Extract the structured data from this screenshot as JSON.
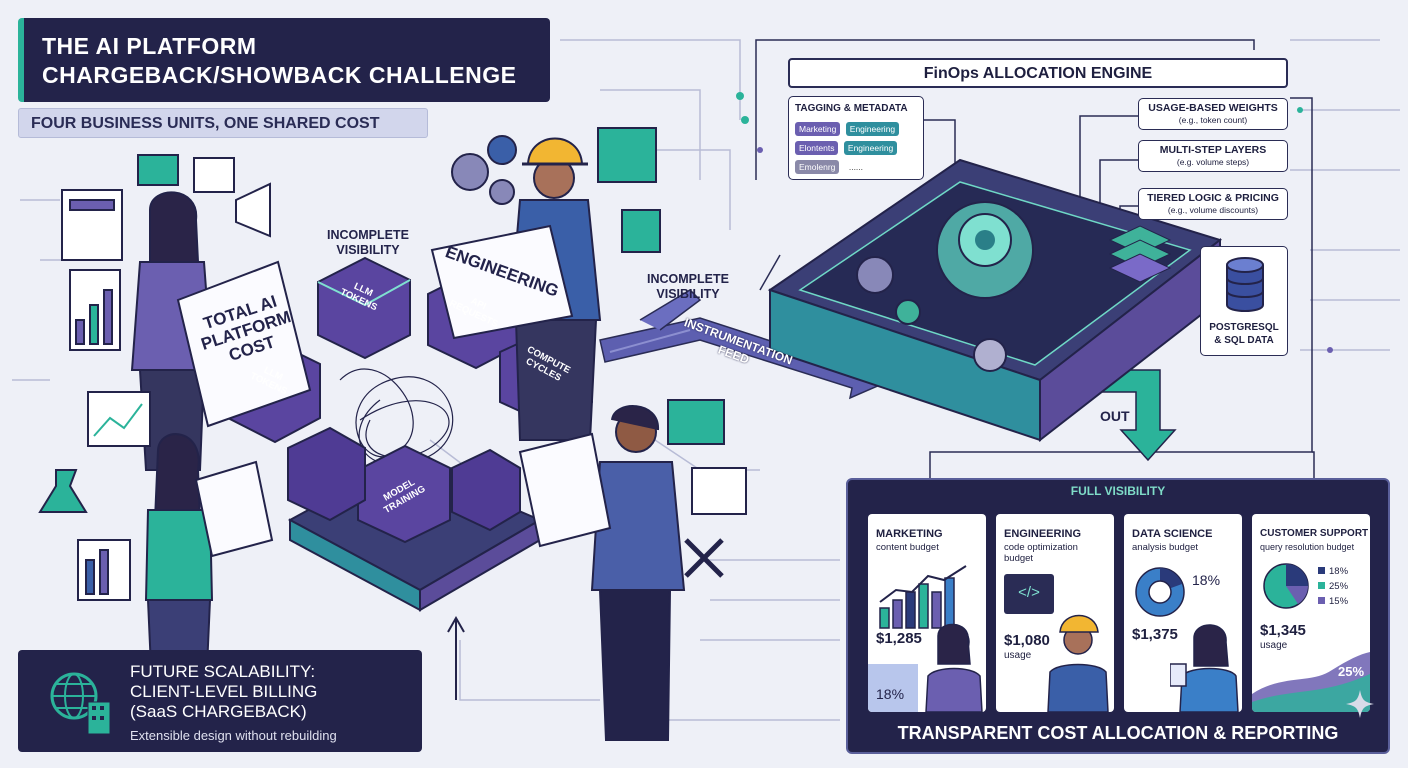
{
  "header": {
    "title_line1": "THE AI PLATFORM",
    "title_line2": "CHARGEBACK/SHOWBACK CHALLENGE",
    "subtitle": "FOUR BUSINESS UNITS, ONE SHARED COST"
  },
  "left_scene": {
    "doc_total_cost": [
      "TOTAL AI",
      "PLATFORM",
      "COST"
    ],
    "doc_engineering": "ENGINEERING",
    "incomplete_visibility_1": [
      "INCOMPLETE",
      "VISIBILITY"
    ],
    "incomplete_visibility_2": [
      "INCOMPLETE",
      "VISIBILITY"
    ],
    "instrumentation_feed": [
      "INSTRUMENTATION",
      "FEED"
    ],
    "cubes": {
      "llm_tokens_top": [
        "LLM",
        "TOKENS"
      ],
      "api_requests": [
        "API",
        "REQUESTS"
      ],
      "llm_tokens_left": [
        "LLM",
        "TOKENS"
      ],
      "compute_cycles": [
        "COMPUTE",
        "CYCLES"
      ],
      "model_training": [
        "MODEL",
        "TRAINING"
      ]
    }
  },
  "engine": {
    "title": "FinOps ALLOCATION ENGINE",
    "tagging": {
      "title": "TAGGING & METADATA",
      "chips": [
        "Marketing",
        "Engineering",
        "Elontents",
        "Engineering",
        "Emolenrg",
        "......"
      ]
    },
    "usage": {
      "title": "USAGE-BASED WEIGHTS",
      "sub": "(e.g., token count)"
    },
    "multistep": {
      "title": "MULTI-STEP LAYERS",
      "sub": "(e.g. volume steps)"
    },
    "tiered": {
      "title": "TIERED LOGIC & PRICING",
      "sub": "(e.g., volume discounts)"
    },
    "database": [
      "POSTGRESQL",
      "& SQL DATA"
    ],
    "out_label": "OUT"
  },
  "report": {
    "full_visibility": "FULL VISIBILITY",
    "title": "TRANSPARENT COST ALLOCATION & REPORTING",
    "cards": [
      {
        "title": "MARKETING",
        "sub": "content budget",
        "amount": "$1,285",
        "extra": "18%"
      },
      {
        "title": "ENGINEERING",
        "sub": "code optimization budget",
        "amount": "$1,080",
        "extra": "usage"
      },
      {
        "title": "DATA SCIENCE",
        "sub": "analysis budget",
        "amount": "$1,375",
        "extra": "18%"
      },
      {
        "title": "CUSTOMER SUPPORT",
        "sub": "query resolution budget",
        "amount": "$1,345",
        "extra": "usage",
        "legend": [
          "18%",
          "25%",
          "15%"
        ],
        "corner": "25%"
      }
    ],
    "colors": {
      "purple": "#6b5fb0",
      "teal": "#2bb39a",
      "navy": "#2a3a7a",
      "blue": "#3a7fc8"
    }
  },
  "future": {
    "line1": "FUTURE SCALABILITY:",
    "line2": "CLIENT-LEVEL BILLING",
    "line3": "(SaaS CHARGEBACK)",
    "desc": "Extensible design without rebuilding"
  }
}
